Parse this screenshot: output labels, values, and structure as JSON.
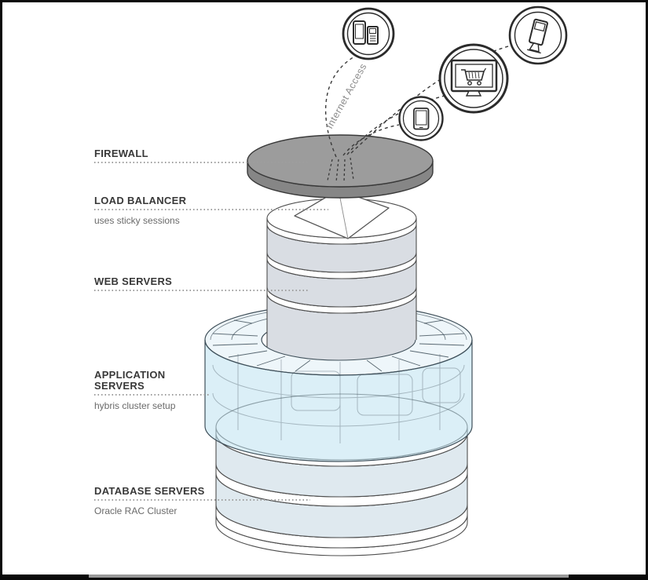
{
  "diagram": {
    "internet_access_label": "Internet Access",
    "layers": [
      {
        "title": "FIREWALL"
      },
      {
        "title": "LOAD BALANCER",
        "subtitle": "uses sticky sessions"
      },
      {
        "title": "WEB SERVERS"
      },
      {
        "title": "APPLICATION SERVERS",
        "subtitle": "hybris cluster setup"
      },
      {
        "title": "DATABASE SERVERS",
        "subtitle": "Oracle RAC Cluster"
      }
    ],
    "device_icons": [
      "smartphones-icon",
      "kiosk-terminal-icon",
      "shopping-cart-monitor-icon",
      "tablet-icon"
    ],
    "colors": {
      "firewall_top": "#9c9c9c",
      "firewall_side": "#868686",
      "web_server_band": "#d9dde3",
      "application_layer": "#cfe7f2",
      "application_ring": "#eef6fa",
      "database_band": "#dfe9ef",
      "outline": "#3d3d3d",
      "label_title": "#383838",
      "label_subtitle": "#6a6a6a",
      "leader_dots": "#9e9e9e"
    }
  }
}
